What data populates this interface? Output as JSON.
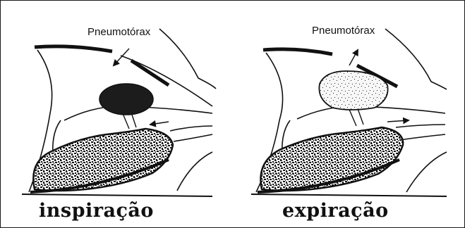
{
  "panels": {
    "left": {
      "caption": "inspiração",
      "pointer_label": "Pneumotórax",
      "lesion_tone": "dark",
      "arrow_direction": "inward"
    },
    "right": {
      "caption": "expiração",
      "pointer_label": "Pneumotórax",
      "lesion_tone": "light",
      "arrow_direction": "outward"
    }
  },
  "colors": {
    "ink": "#111111",
    "background": "#ffffff",
    "lesion_dark": "#1c1c1c",
    "lesion_light": "#f2f2f2"
  }
}
